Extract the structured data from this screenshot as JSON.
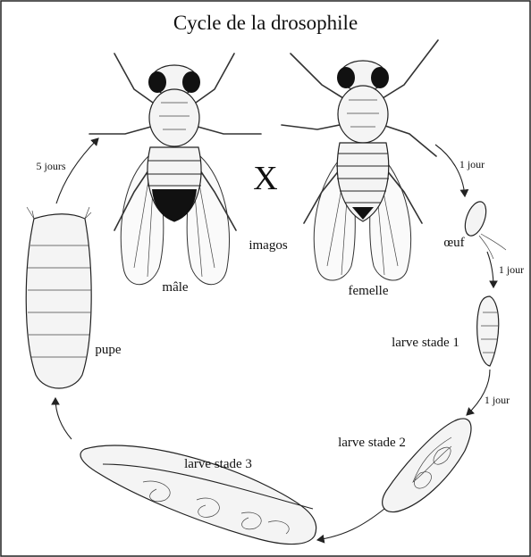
{
  "title": "Cycle de la drosophile",
  "cross_symbol": "X",
  "labels": {
    "male": "mâle",
    "female": "femelle",
    "imagos": "imagos",
    "egg": "œuf",
    "larva1": "larve stade 1",
    "larva2": "larve stade 2",
    "larva3": "larve stade 3",
    "pupa": "pupe"
  },
  "durations": {
    "female_to_egg": "1 jour",
    "egg_to_larva1": "1 jour",
    "larva1_to_larva2": "1 jour",
    "pupa_to_adult": "5 jours"
  },
  "colors": {
    "ink": "#222222",
    "background": "#ffffff",
    "male_abdomen_tip": "#111111"
  }
}
